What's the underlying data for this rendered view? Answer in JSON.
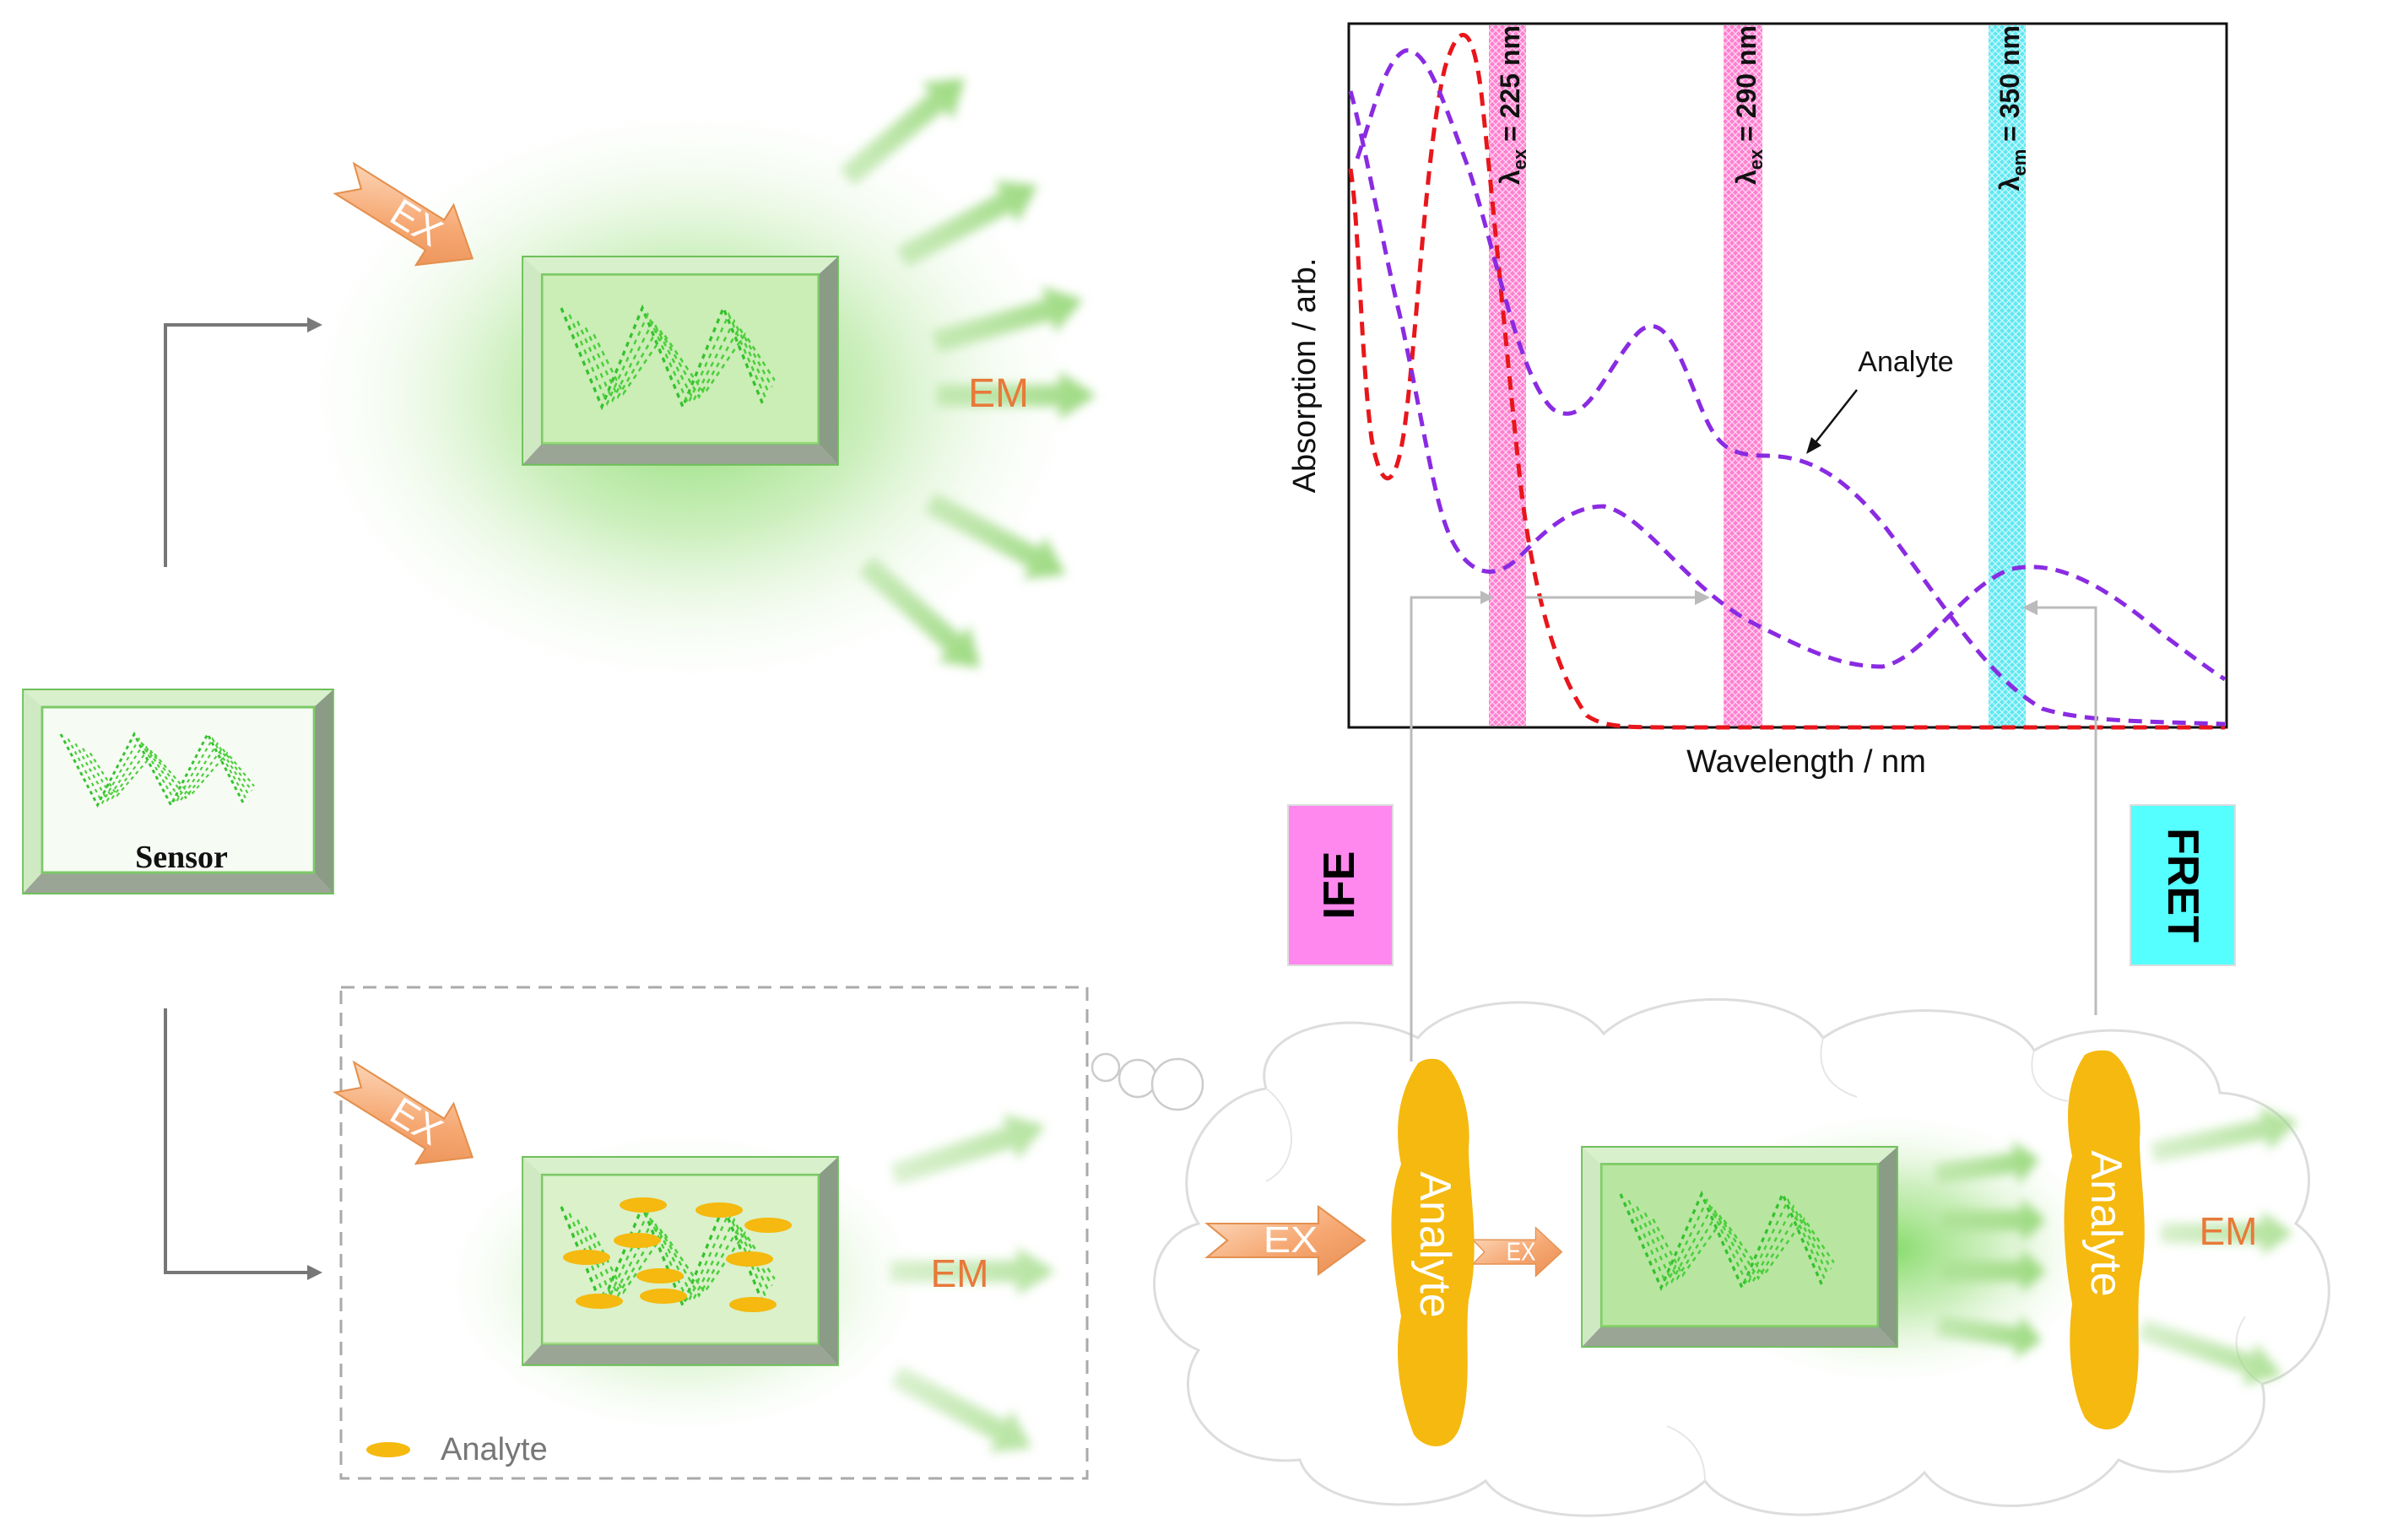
{
  "sensor": {
    "label": "Sensor"
  },
  "top_path": {
    "ex_label": "EX",
    "em_label": "EM"
  },
  "bottom_path": {
    "ex_label": "EX",
    "em_label": "EM",
    "legend_label": "Analyte"
  },
  "mechanism": {
    "ife_label": "IFE",
    "fret_label": "FRET",
    "ex_in_label": "EX",
    "ex_after_label": "EX",
    "em_label": "EM",
    "analyte_left_label": "Analyte",
    "analyte_right_label": "Analyte"
  },
  "colors": {
    "glow_green": "#7ed957",
    "sensor_green": "#5cc84a",
    "ex_orange": "#f4a573",
    "em_text": "#e8793a",
    "analyte_yellow": "#f5b90f",
    "ife_box": "#ff88ee",
    "fret_box": "#55ffff",
    "red_curve": "#e8161b",
    "purple_curve": "#8a2be2",
    "pink_band": "#ff66c4",
    "cyan_band": "#55e6f2"
  },
  "chart_data": {
    "type": "line",
    "xlabel": "Wavelength / nm",
    "ylabel": "Absorption / arb.",
    "annotation": "Analyte",
    "bands": [
      {
        "label": "λex = 225 nm",
        "symbol": "λ",
        "sub": "ex",
        "rest": " = 225 nm",
        "color": "pink"
      },
      {
        "label": "λex = 290 nm",
        "symbol": "λ",
        "sub": "ex",
        "rest": " = 290 nm",
        "color": "pink"
      },
      {
        "label": "λem = 350 nm",
        "symbol": "λ",
        "sub": "em",
        "rest": " = 350 nm",
        "color": "cyan"
      }
    ],
    "series": [
      {
        "color": "red",
        "style": "dashed"
      },
      {
        "color": "purple",
        "style": "dashed"
      },
      {
        "color": "purple",
        "style": "dashed"
      }
    ]
  }
}
